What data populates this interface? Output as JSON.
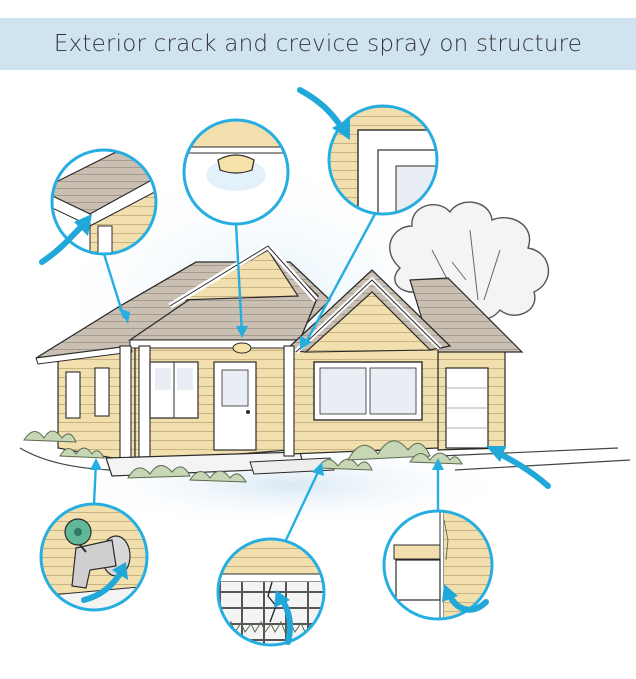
{
  "title": "Exterior crack and crevice spray on structure",
  "colors": {
    "banner": "#cfe3f1",
    "arrow": "#1fa8d8",
    "callout_ring": "#27aee0",
    "siding": "#f1dfae",
    "roof": "#c9bfb3",
    "trim": "#ffffff",
    "outline": "#2b2b2b",
    "shrub": "#c7d6b5"
  },
  "callouts": [
    {
      "name": "eave-corner",
      "icon": "roof-eave-icon"
    },
    {
      "name": "porch-light",
      "icon": "ceiling-light-icon"
    },
    {
      "name": "window-frame",
      "icon": "window-corner-icon"
    },
    {
      "name": "hose-spigot",
      "icon": "faucet-icon"
    },
    {
      "name": "foundation-crack",
      "icon": "foundation-icon"
    },
    {
      "name": "siding-base",
      "icon": "siding-gap-icon"
    }
  ]
}
